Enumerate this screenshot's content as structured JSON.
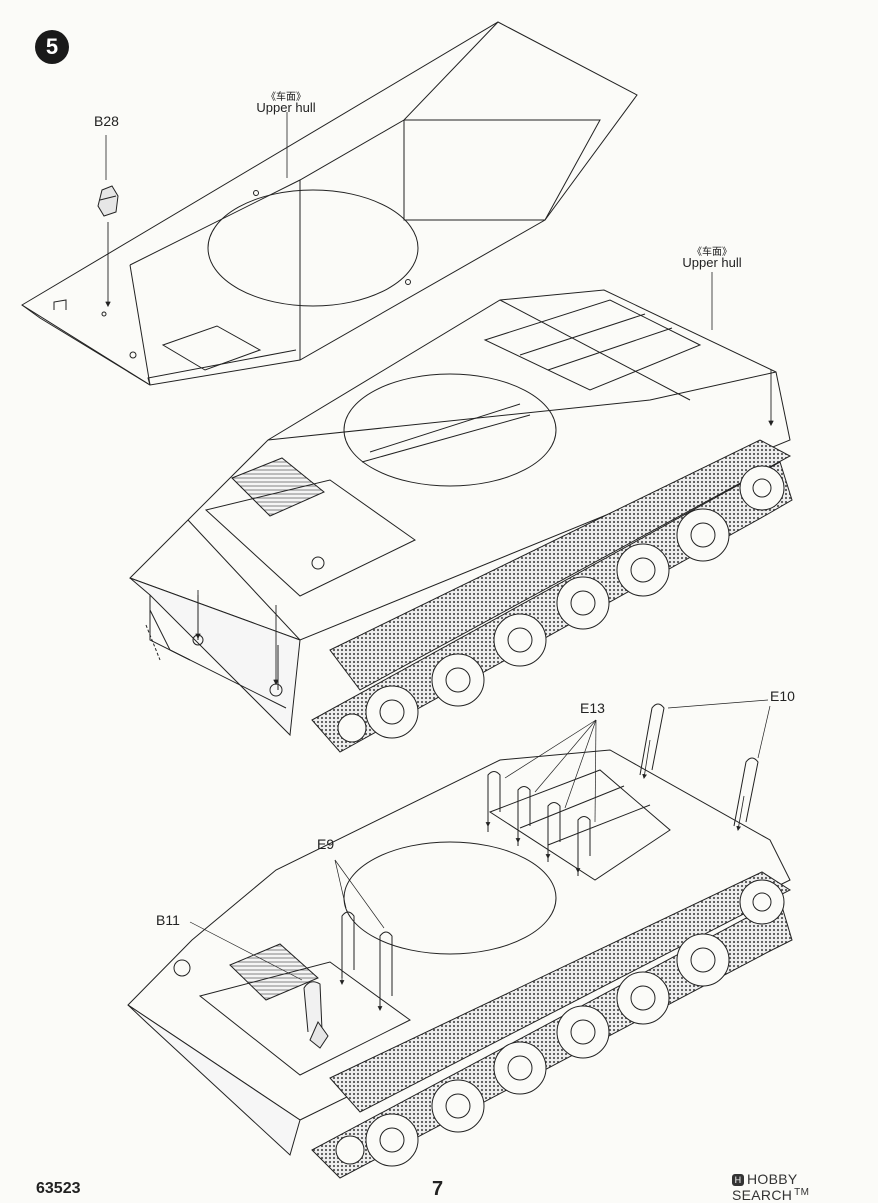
{
  "step": {
    "number": "5"
  },
  "labels": {
    "upper_hull_cn": "《车面》",
    "upper_hull_en": "Upper hull",
    "b28": "B28",
    "e13": "E13",
    "e10": "E10",
    "e9": "E9",
    "b11": "B11"
  },
  "footer": {
    "product_code": "63523",
    "page_number": "7"
  },
  "watermark": {
    "brand": "HOBBY SEARCH",
    "trademark": "TM"
  },
  "colors": {
    "ink": "#222222",
    "paper": "#fbfbf8",
    "track": "#bdbdbd"
  }
}
